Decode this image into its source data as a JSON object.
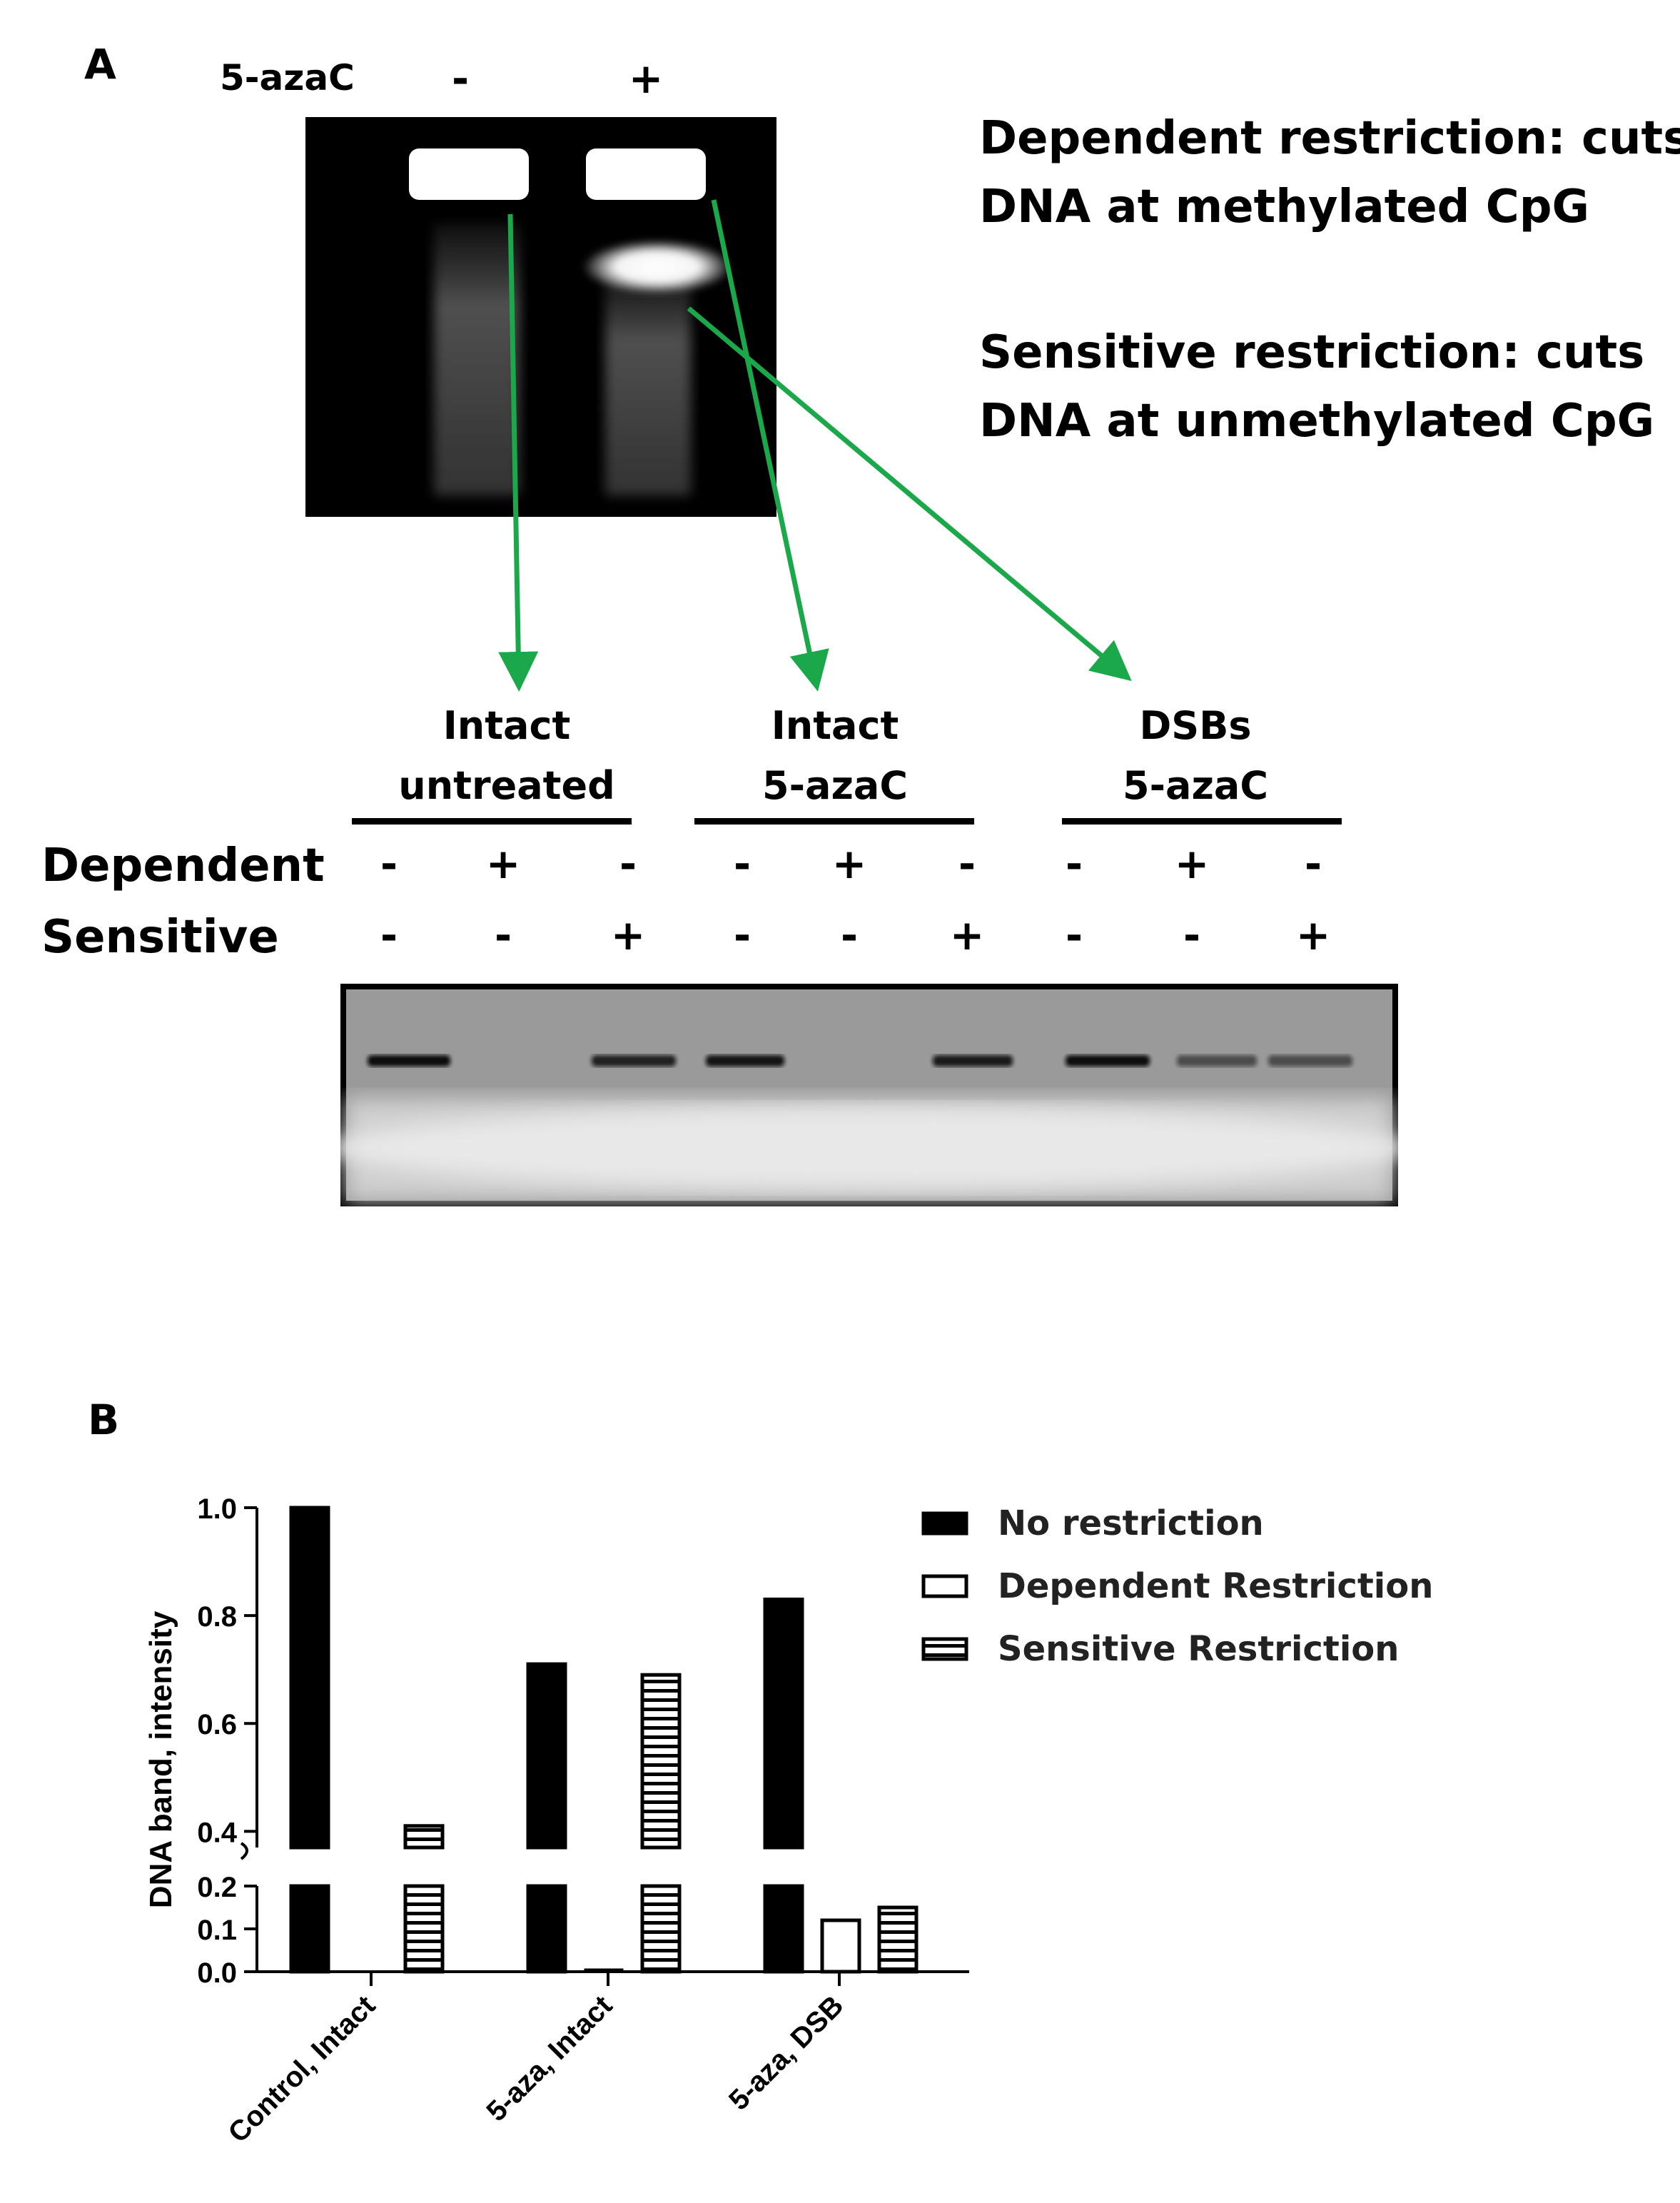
{
  "panel_a": {
    "letter": "A",
    "treatment_label": "5-azaC",
    "treatment_signs": [
      "-",
      "+"
    ],
    "descriptions": [
      {
        "line1": "Dependent restriction: cuts",
        "line2": "DNA at methylated CpG"
      },
      {
        "line1": "Sensitive restriction: cuts",
        "line2": "DNA at unmethylated CpG"
      }
    ],
    "groups": [
      {
        "line1": "Intact",
        "line2": "untreated"
      },
      {
        "line1": "Intact",
        "line2": "5-azaC"
      },
      {
        "line1": "DSBs",
        "line2": "5-azaC"
      }
    ],
    "rows": [
      {
        "label": "Dependent",
        "signs": [
          "-",
          "+",
          "-",
          "-",
          "+",
          "-",
          "-",
          "+",
          "-"
        ]
      },
      {
        "label": "Sensitive",
        "signs": [
          "-",
          "-",
          "+",
          "-",
          "-",
          "+",
          "-",
          "-",
          "+"
        ]
      }
    ],
    "arrow_color": "#1aa84a"
  },
  "panel_b": {
    "letter": "B"
  },
  "chart_data": {
    "type": "bar",
    "ylabel": "DNA band, intensity",
    "categories": [
      "Control, Intact",
      "5-aza, Intact",
      "5-aza, DSB"
    ],
    "series": [
      {
        "name": "No restriction",
        "pattern": "solid",
        "values": [
          1.0,
          0.71,
          0.83
        ]
      },
      {
        "name": "Dependent Restriction",
        "pattern": "open",
        "values": [
          0.0,
          0.005,
          0.12
        ]
      },
      {
        "name": "Sensitive Restriction",
        "pattern": "striped",
        "values": [
          0.41,
          0.69,
          0.15
        ]
      }
    ],
    "y_axis_broken": true,
    "lower_segment": {
      "range": [
        0.0,
        0.2
      ],
      "ticks": [
        "0.0",
        "0.1",
        "0.2"
      ]
    },
    "upper_segment": {
      "range": [
        0.37,
        1.0
      ],
      "ticks": [
        "0.4",
        "0.6",
        "0.8",
        "1.0"
      ]
    },
    "legend_position": "top-right",
    "grid": false
  }
}
